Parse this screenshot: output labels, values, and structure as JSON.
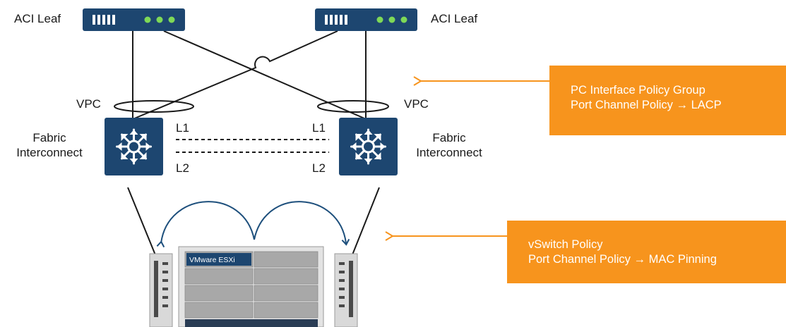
{
  "leaves": [
    {
      "label": "ACI Leaf"
    },
    {
      "label": "ACI Leaf"
    }
  ],
  "vpc_labels": [
    "VPC",
    "VPC"
  ],
  "fabric_interconnects": [
    {
      "line1": "Fabric",
      "line2": "Interconnect"
    },
    {
      "line1": "Fabric",
      "line2": "Interconnect"
    }
  ],
  "links": {
    "l1_left": "L1",
    "l1_right": "L1",
    "l2_left": "L2",
    "l2_right": "L2"
  },
  "server": {
    "label": "VMware ESXi"
  },
  "callouts": [
    {
      "line1": "PC Interface Policy Group",
      "line2": "Port Channel Policy → LACP"
    },
    {
      "line1": "vSwitch Policy",
      "line2": "Port Channel Policy → MAC Pinning"
    }
  ],
  "colors": {
    "device_navy": "#1d4670",
    "led_green": "#7ed957",
    "callout_orange": "#f7941d",
    "arc_blue": "#1d4f7c"
  }
}
